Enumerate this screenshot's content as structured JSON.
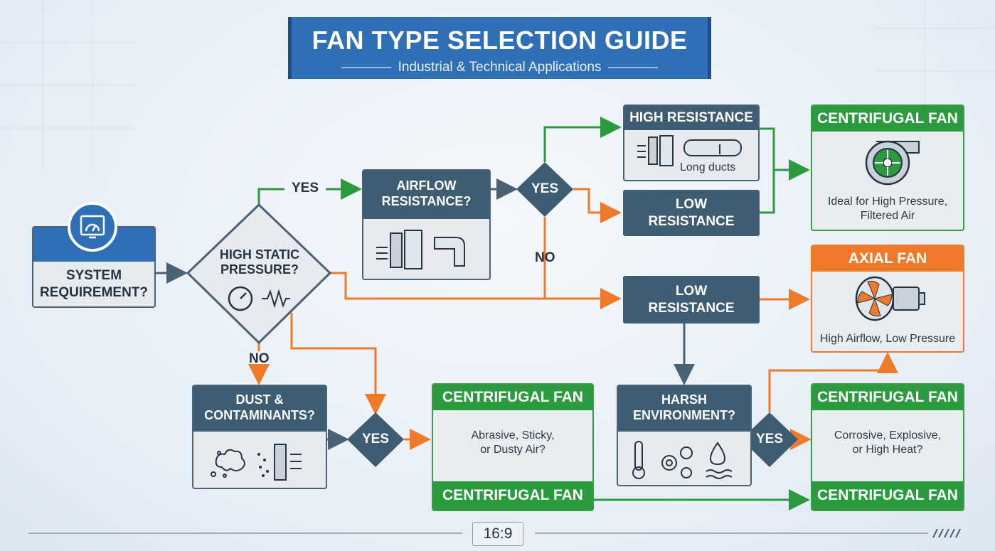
{
  "title": "FAN TYPE SELECTION GUIDE",
  "subtitle": "Industrial & Technical Applications",
  "nodes": {
    "system_requirement": "SYSTEM\nREQUIREMENT?",
    "high_static_pressure": "HIGH STATIC\nPRESSURE?",
    "airflow_resistance": "AIRFLOW\nRESISTANCE?",
    "yes_diamond_top": "YES",
    "high_resistance": "HIGH RESISTANCE",
    "high_resistance_caption": "Long ducts",
    "low_resistance_upper": "LOW\nRESISTANCE",
    "low_resistance_mid": "LOW\nRESISTANCE",
    "dust": "DUST &\nCONTAMINANTS?",
    "yes_diamond_dust": "YES",
    "harsh": "HARSH\nENVIRONMENT?",
    "yes_diamond_harsh": "YES"
  },
  "labels": {
    "yes_top": "YES",
    "no_mid": "NO",
    "no_left": "NO"
  },
  "results": {
    "centrifugal_top": {
      "title": "CENTRIFUGAL FAN",
      "caption": "Ideal for High Pressure,\nFiltered Air"
    },
    "axial": {
      "title": "AXIAL FAN",
      "caption": "High Airflow, Low Pressure"
    },
    "centrifugal_dust": {
      "title": "CENTRIFUGAL FAN",
      "caption": "Abrasive, Sticky,\nor Dusty Air?",
      "footer": "CENTRIFUGAL FAN"
    },
    "centrifugal_harsh": {
      "title": "CENTRIFUGAL FAN",
      "caption": "Corrosive, Explosive,\nor High Heat?",
      "footer": "CENTRIFUGAL FAN"
    }
  },
  "aspect_badge": "16:9",
  "colors": {
    "blue": "#2f6fb5",
    "dark": "#3e5c72",
    "green": "#2c9a3e",
    "orange": "#ee7a2a",
    "arrow": "#4b6274"
  }
}
